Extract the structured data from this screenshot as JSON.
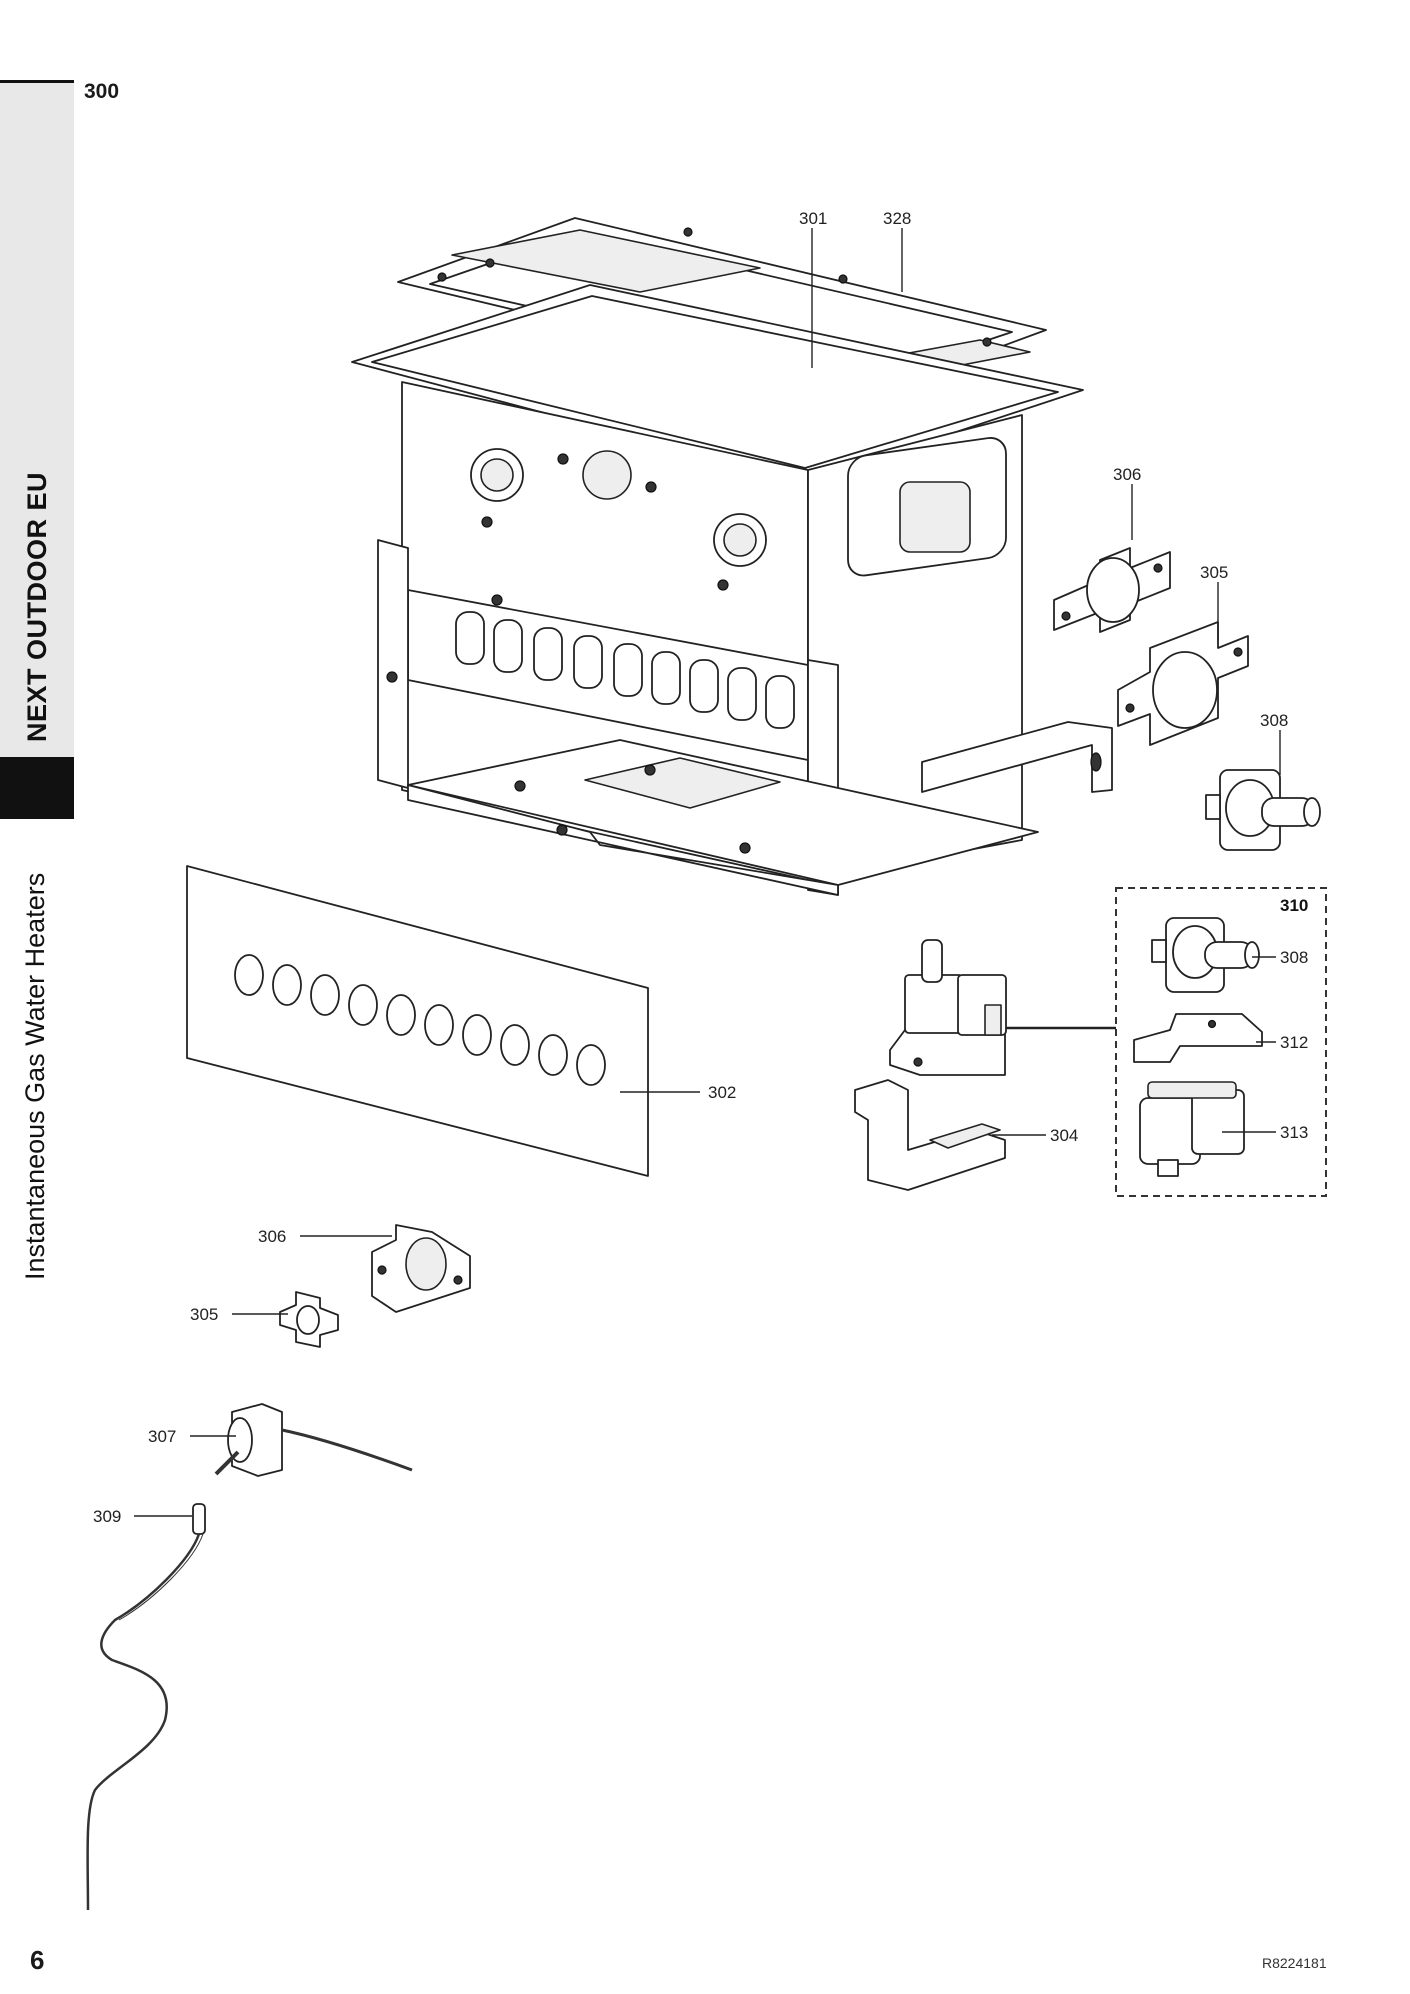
{
  "section_number": "300",
  "side_brand": "NEXT OUTDOOR EU",
  "side_subtitle": "Instantaneous Gas Water Heaters",
  "page_number": "6",
  "doc_ref": "R8224181",
  "callouts": {
    "c301": "301",
    "c328": "328",
    "c306a": "306",
    "c305a": "305",
    "c308a": "308",
    "c310": "310",
    "c308b": "308",
    "c312": "312",
    "c313": "313",
    "c302": "302",
    "c304": "304",
    "c306b": "306",
    "c305b": "305",
    "c307": "307",
    "c309": "309"
  }
}
